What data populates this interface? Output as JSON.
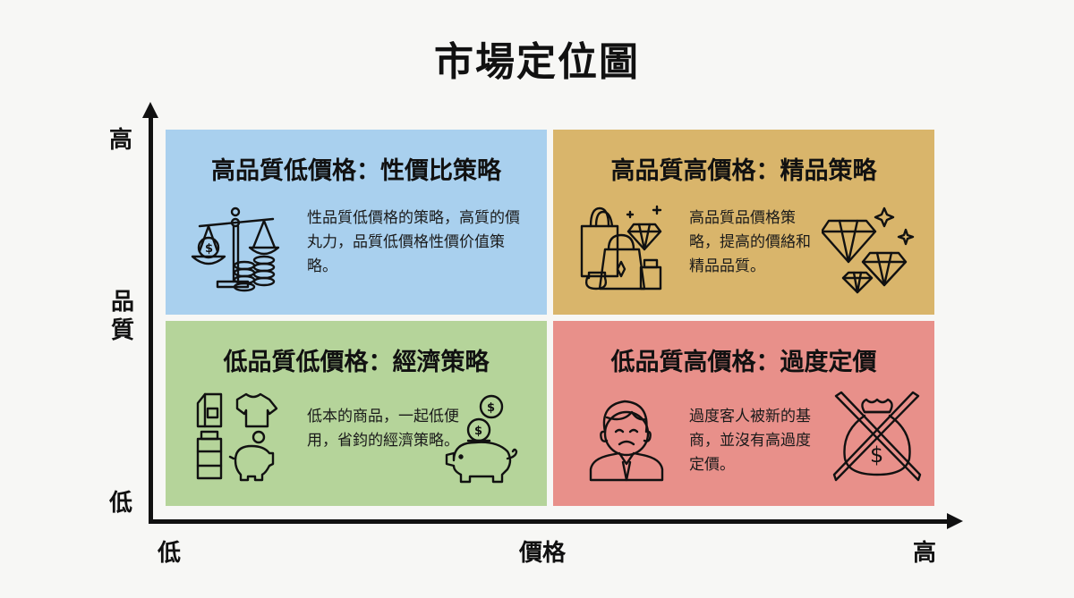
{
  "title": "市場定位圖",
  "axes": {
    "y": {
      "name": "品質",
      "high": "高",
      "low": "低"
    },
    "x": {
      "name": "價格",
      "high": "高",
      "low": "低"
    }
  },
  "colors": {
    "background": "#f7f7f5",
    "high_quality_low_price": "#a9d0ee",
    "high_quality_high_price": "#d9b56b",
    "low_quality_low_price": "#b5d49a",
    "low_quality_high_price": "#e8908a"
  },
  "quadrants": {
    "top_left": {
      "title": "高品質低價格：性價比策略",
      "description": "性品質低價格的策略，高質的價丸力，品質低價格性價价值策略。",
      "icons": [
        "balance-scale-icon"
      ]
    },
    "top_right": {
      "title": "高品質高價格：精品策略",
      "description": "高品質品價格策略，提高的價絡和精品品質。",
      "icons": [
        "luxury-goods-icon",
        "diamonds-icon"
      ]
    },
    "bottom_left": {
      "title": "低品質低價格：經濟策略",
      "description": "低本的商品，一起低便用，省鈞的經濟策略。",
      "icons": [
        "basic-goods-icon",
        "piggy-bank-icon"
      ]
    },
    "bottom_right": {
      "title": "低品質高價格：過度定價",
      "description": "過度客人被新的基商，並沒有高過度定價。",
      "icons": [
        "sad-customer-icon",
        "crossed-money-bag-icon"
      ]
    }
  }
}
